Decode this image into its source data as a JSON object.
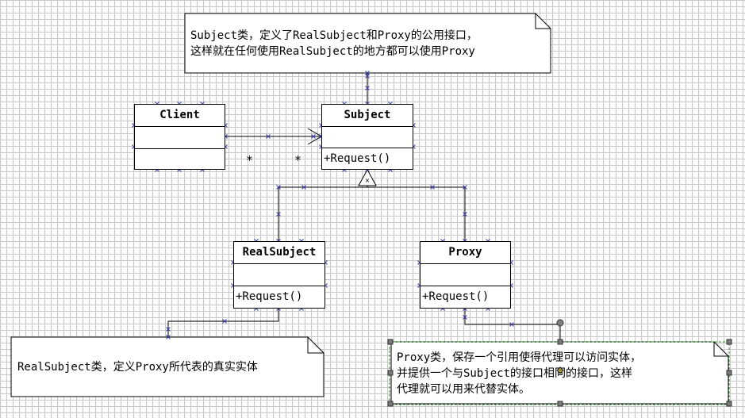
{
  "classes": {
    "client": {
      "name": "Client",
      "operation": ""
    },
    "subject": {
      "name": "Subject",
      "operation": "+Request()"
    },
    "real_subject": {
      "name": "RealSubject",
      "operation": "+Request()"
    },
    "proxy": {
      "name": "Proxy",
      "operation": "+Request()"
    }
  },
  "association": {
    "client_multiplicity": "*",
    "subject_multiplicity": "*"
  },
  "notes": {
    "subject_note": {
      "line1": "Subject类，定义了RealSubject和Proxy的公用接口，",
      "line2": "这样就在任何使用RealSubject的地方都可以使用Proxy"
    },
    "real_subject_note": {
      "line1": "RealSubject类，定义Proxy所代表的真实实体"
    },
    "proxy_note": {
      "line1": "Proxy类，保存一个引用使得代理可以访问实体，",
      "line2": "并提供一个与Subject的接口相同的接口，这样",
      "line3": "代理就可以用来代替实体。"
    }
  },
  "colors": {
    "line": "#000000",
    "handle": "#3a3aa8",
    "selection": "#2e8b2e",
    "grid": "#c8c8c8"
  }
}
